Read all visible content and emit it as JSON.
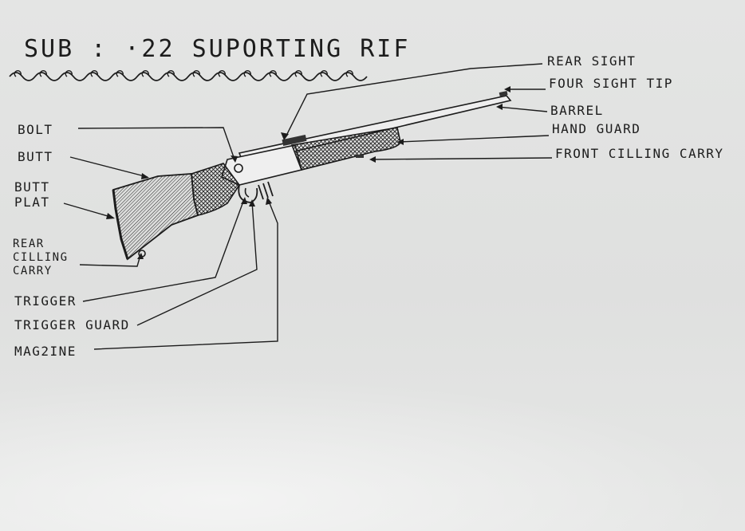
{
  "title": "SUB : ·22 SUPORTING RIF",
  "colors": {
    "paper": "#e2e3e2",
    "ink": "#1c1c1c"
  },
  "labels": {
    "rear_sight": "REAR SIGHT",
    "four_sight_tip": "FOUR SIGHT TIP",
    "barrel": "BARREL",
    "hand_guard": "HAND GUARD",
    "front_cilling_carry": "FRONT CILLING CARRY",
    "bolt": "BOLT",
    "butt": "BUTT",
    "butt_plat_1": "BUTT",
    "butt_plat_2": "PLAT",
    "rear_cilling_carry_1": "REAR",
    "rear_cilling_carry_2": "CILLING",
    "rear_cilling_carry_3": "CARRY",
    "trigger": "TRIGGER",
    "trigger_guard": "TRIGGER GUARD",
    "magazine": "MAG2INE"
  }
}
